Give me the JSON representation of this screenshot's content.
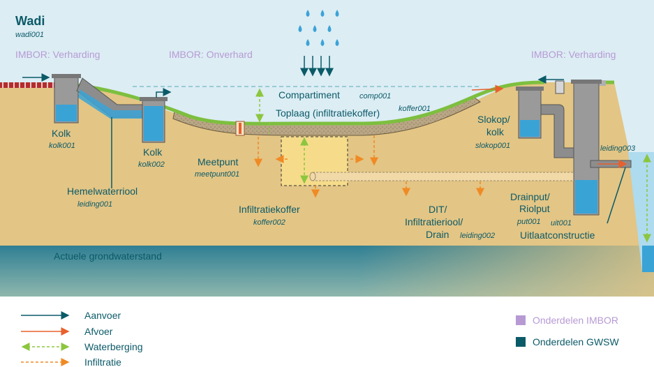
{
  "title": "Wadi",
  "title_id": "wadi001",
  "imbor_left": "IMBOR: Verharding",
  "imbor_mid": "IMBOR: Onverhard",
  "imbor_right": "IMBOR: Verharding",
  "kolk1": {
    "name": "Kolk",
    "id": "kolk001"
  },
  "kolk2": {
    "name": "Kolk",
    "id": "kolk002"
  },
  "hemelwaterriool": {
    "name": "Hemelwaterriool",
    "id": "leiding001"
  },
  "meetpunt": {
    "name": "Meetpunt",
    "id": "meetpunt001"
  },
  "compartiment": {
    "name": "Compartiment",
    "id": "comp001"
  },
  "toplaag": {
    "name": "Toplaag (infiltratiekoffer)",
    "id": "koffer001"
  },
  "infiltratiekoffer": {
    "name": "Infiltratiekoffer",
    "id": "koffer002"
  },
  "dit": {
    "line1": "DIT/",
    "line2": "Infiltratieriool/",
    "line3": "Drain",
    "id": "leiding002"
  },
  "slokop": {
    "line1": "Slokop/",
    "line2": "kolk",
    "id": "slokop001"
  },
  "drainput": {
    "line1": "Drainput/",
    "line2": "Riolput",
    "id": "put001"
  },
  "uitlaat": {
    "name": "Uitlaatconstructie",
    "id": "uit001"
  },
  "leiding3": {
    "id": "leiding003"
  },
  "grondwater": "Actuele grondwaterstand",
  "legend": {
    "aanvoer": "Aanvoer",
    "afvoer": "Afvoer",
    "waterberging": "Waterberging",
    "infiltratie": "Infiltratie",
    "imbor": "Onderdelen IMBOR",
    "gwsw": "Onderdelen GWSW"
  },
  "colors": {
    "sky": "#dcedf4",
    "soil": "#e3c585",
    "groundwater": "#3d8ea0",
    "grass": "#7dbf3f",
    "water": "#3aa3d6",
    "concrete": "#9a9a9a",
    "aanvoer": "#0b5a68",
    "afvoer": "#e8602c",
    "waterberging": "#8cc63f",
    "infiltratie": "#f08a24",
    "imbor": "#b79ad4",
    "gwsw": "#0b5a68"
  }
}
